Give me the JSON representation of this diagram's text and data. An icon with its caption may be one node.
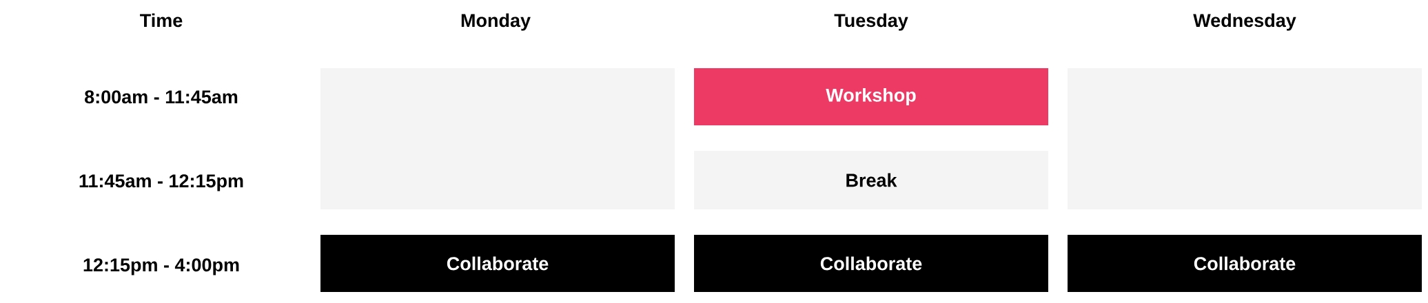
{
  "diagram": {
    "nodes": [
      {
        "text": [],
        "shape": "box"
      },
      {
        "text": [
          "Workshop"
        ]
      },
      {
        "text": [],
        "shape": "box"
      },
      {
        "text": [
          "Break"
        ]
      },
      {
        "text": [
          "Collaborate"
        ]
      },
      {
        "text": [
          "Collaborate"
        ]
      },
      {
        "text": [
          "Collaborate"
        ]
      }
    ],
    "labels": [
      "Time",
      "Monday",
      "Tuesday",
      "Wednesday",
      "8:00am - 11:45am",
      "11:45am - 12:15pm",
      "12:15pm - 4:00pm"
    ]
  }
}
